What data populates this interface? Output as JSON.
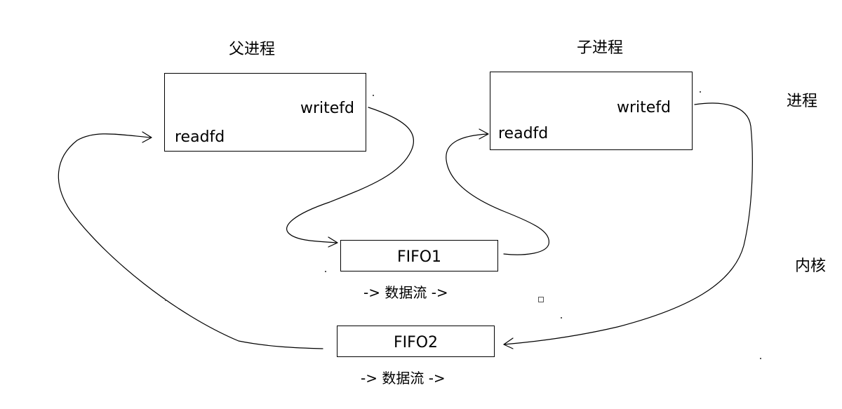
{
  "parent_process": {
    "title": "父进程",
    "writefd_label": "writefd",
    "readfd_label": "readfd"
  },
  "child_process": {
    "title": "子进程",
    "writefd_label": "writefd",
    "readfd_label": "readfd"
  },
  "layers": {
    "process_label": "进程",
    "kernel_label": "内核"
  },
  "fifo1": {
    "label": "FIFO1",
    "flow_caption": "-> 数据流 ->"
  },
  "fifo2": {
    "label": "FIFO2",
    "flow_caption": "-> 数据流 ->"
  }
}
